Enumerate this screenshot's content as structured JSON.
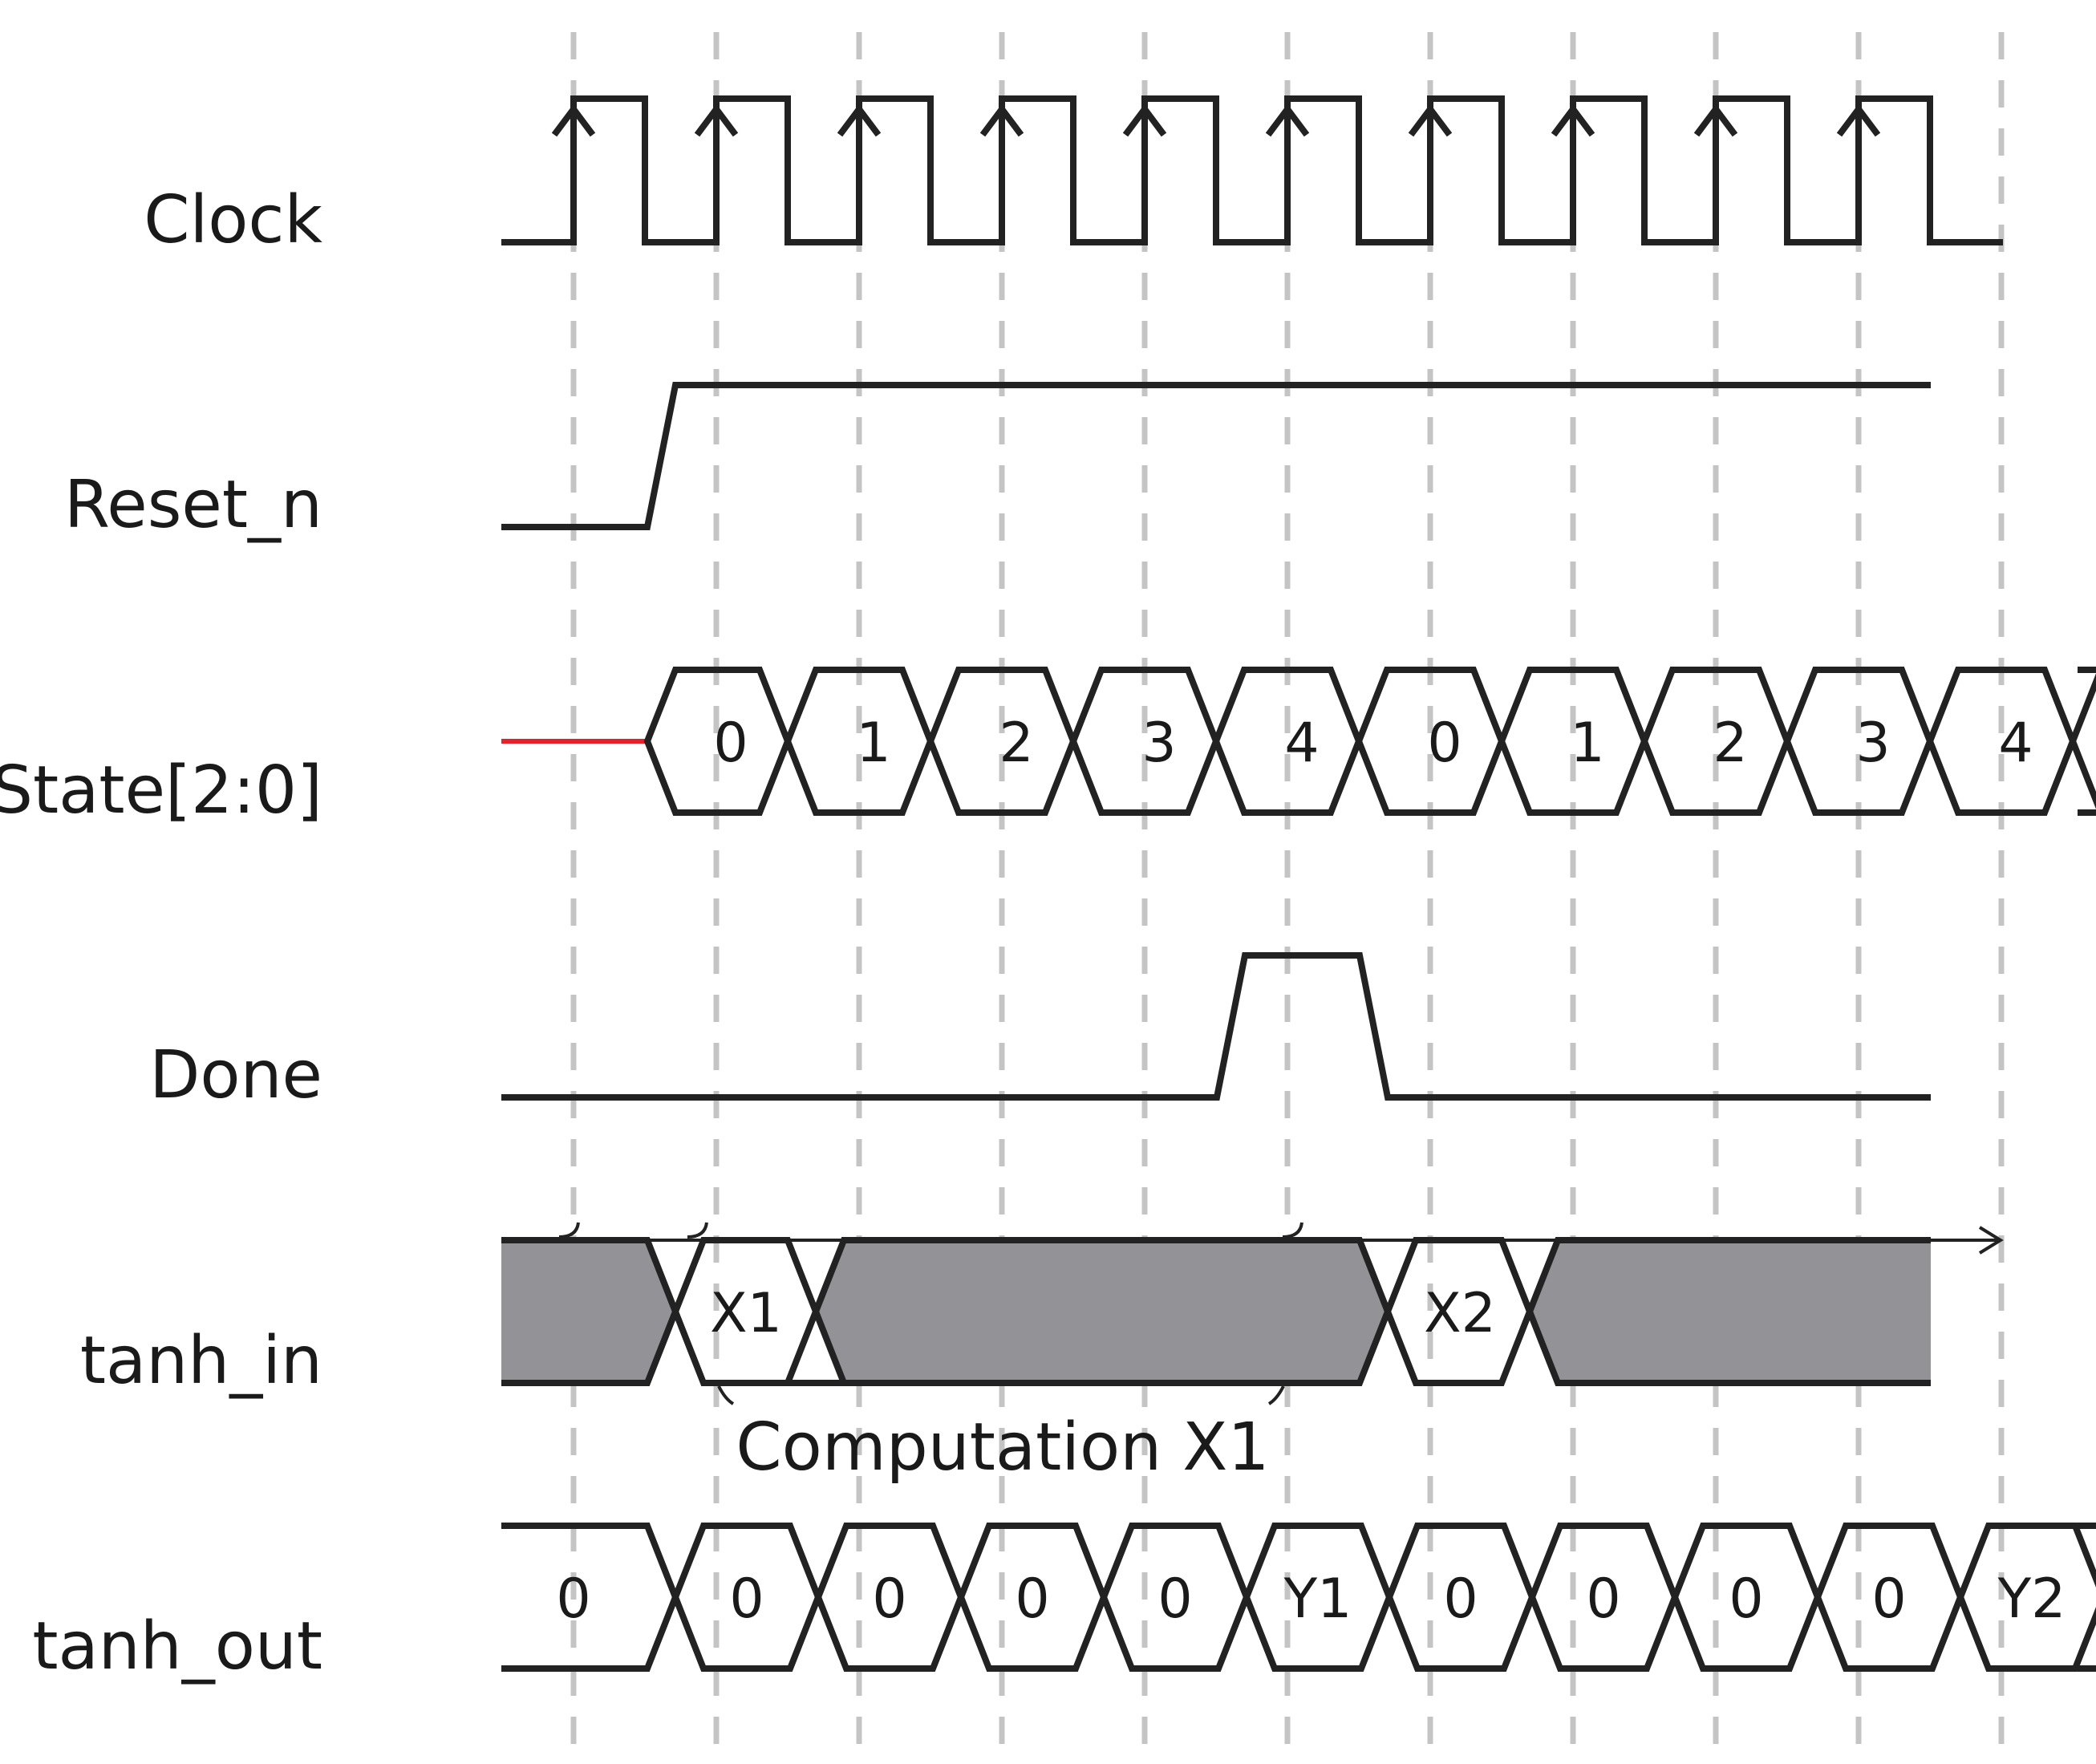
{
  "signals": [
    {
      "name": "Clock"
    },
    {
      "name": "Reset_n"
    },
    {
      "name": "State[2:0]",
      "values": [
        "0",
        "1",
        "2",
        "3",
        "4",
        "0",
        "1",
        "2",
        "3",
        "4"
      ]
    },
    {
      "name": "Done"
    },
    {
      "name": "tanh_in",
      "values": [
        "X1",
        "X2"
      ]
    },
    {
      "name": "tanh_out",
      "values": [
        "0",
        "0",
        "0",
        "0",
        "0",
        "Y1",
        "0",
        "0",
        "0",
        "0",
        "Y2"
      ]
    }
  ],
  "annotation": "Computation X1",
  "colors": {
    "wave": "#222222",
    "unknown_state": "#e8202a",
    "undefined_fill": "#939397",
    "gridline": "#c4c4c4"
  }
}
